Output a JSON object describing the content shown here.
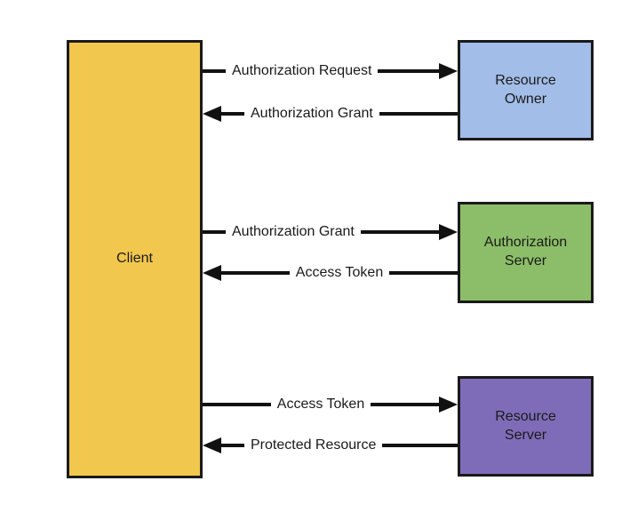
{
  "diagram": {
    "type": "flow-diagram",
    "subject": "OAuth 2.0 abstract protocol flow",
    "background": "#ffffff",
    "border_color": "#1a1a1a",
    "arrow_color": "#111111",
    "nodes": {
      "client": {
        "label": "Client",
        "fill": "#F2C74E"
      },
      "resource_owner": {
        "label": "Resource\nOwner",
        "fill": "#A2BDE8"
      },
      "authorization_server": {
        "label": "Authorization\nServer",
        "fill": "#8CBE69"
      },
      "resource_server": {
        "label": "Resource\nServer",
        "fill": "#7F6CB8"
      }
    },
    "arrows": [
      {
        "label": "Authorization Request",
        "direction": "right",
        "from": "Client",
        "to": "Resource Owner"
      },
      {
        "label": "Authorization Grant",
        "direction": "left",
        "from": "Resource Owner",
        "to": "Client"
      },
      {
        "label": "Authorization Grant",
        "direction": "right",
        "from": "Client",
        "to": "Authorization Server"
      },
      {
        "label": "Access Token",
        "direction": "left",
        "from": "Authorization Server",
        "to": "Client"
      },
      {
        "label": "Access Token",
        "direction": "right",
        "from": "Client",
        "to": "Resource Server"
      },
      {
        "label": "Protected Resource",
        "direction": "left",
        "from": "Resource Server",
        "to": "Client"
      }
    ]
  }
}
